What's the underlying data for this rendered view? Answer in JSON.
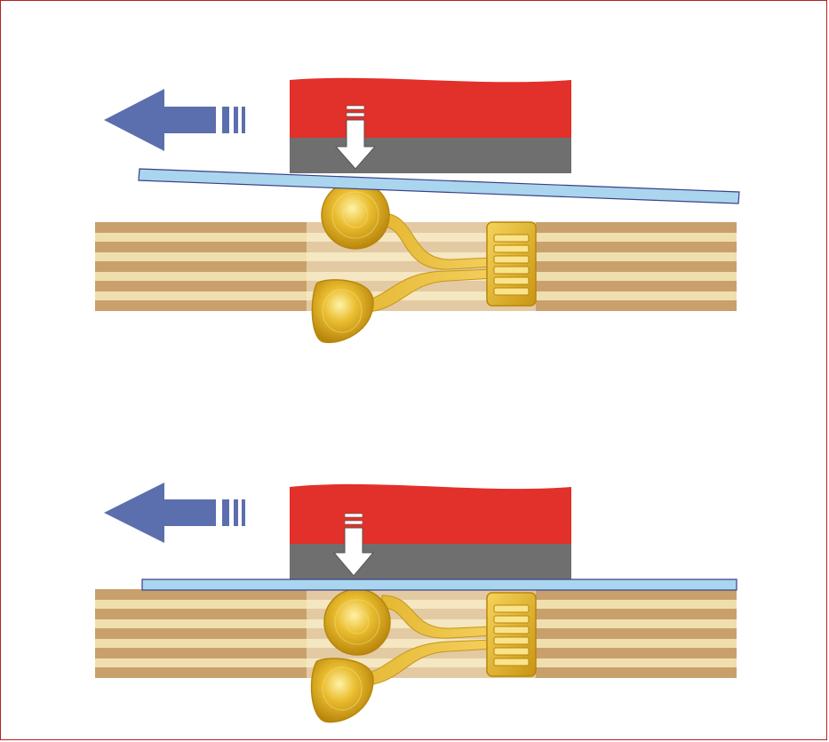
{
  "diagram": {
    "panels": [
      {
        "id": "top",
        "state": "tilted",
        "motion_arrow_icon": "left-arrow-icon",
        "press_arrow_icon": "down-arrow-icon"
      },
      {
        "id": "bottom",
        "state": "flat",
        "motion_arrow_icon": "left-arrow-icon",
        "press_arrow_icon": "down-arrow-icon"
      }
    ],
    "colors": {
      "frame": "#b22222",
      "motion_arrow": "#5b6fae",
      "head_top": "#e2302a",
      "head_base": "#6f6f6f",
      "press_arrow": "#ffffff",
      "sheet_fill": "#aad5ee",
      "sheet_stroke": "#3a3f8a",
      "layer_dark": "#c9a06c",
      "layer_light": "#f0dfae",
      "window": "#f3e6c7",
      "gold": "#e6b92a",
      "gold_dark": "#b8860b"
    }
  }
}
